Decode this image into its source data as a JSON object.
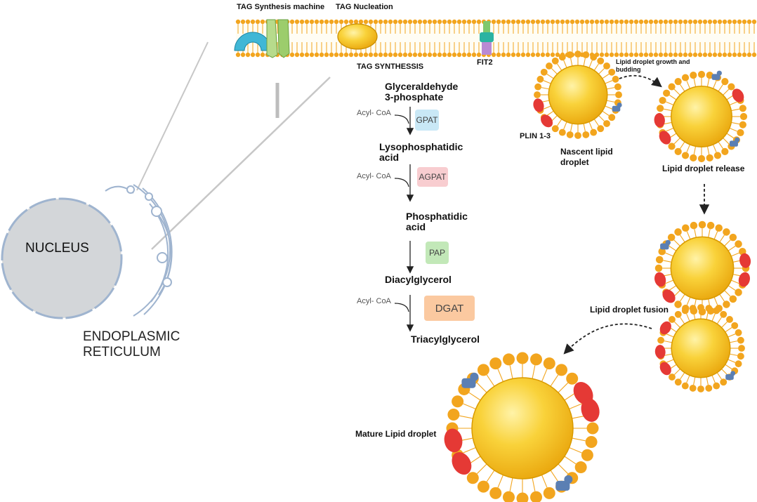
{
  "labels": {
    "tag_synthesis_machine": "TAG Synthesis machine",
    "tag_nucleation": "TAG Nucleation",
    "tag_synthesis": "TAG SYNTHESSIS",
    "fit2": "FIT2",
    "nucleus": "NUCLEUS",
    "endoplasmic": "ENDOPLASMIC",
    "reticulum": "RETICULUM",
    "growth_budding_1": "Lipid droplet growth  and",
    "growth_budding_2": "budding",
    "plin": "PLIN 1-3",
    "nascent_1": "Nascent lipid",
    "nascent_2": "droplet",
    "release": "Lipid droplet release",
    "fusion": "Lipid droplet fusion",
    "mature": "Mature Lipid droplet"
  },
  "pathway": {
    "metabolites": [
      {
        "line1": "Glyceraldehyde",
        "line2": "3-phosphate"
      },
      {
        "line1": "Lysophosphatidic",
        "line2": "acid"
      },
      {
        "line1": "Phosphatidic",
        "line2": "acid"
      },
      {
        "line1": "Diacylglycerol",
        "line2": ""
      },
      {
        "line1": "Triacylglycerol",
        "line2": ""
      }
    ],
    "cofactor": "Acyl- CoA",
    "enzymes": [
      {
        "name": "GPAT",
        "color": "#c9e8f6"
      },
      {
        "name": "AGPAT",
        "color": "#f8cdd0"
      },
      {
        "name": "PAP",
        "color": "#c2e8b8"
      },
      {
        "name": "DGAT",
        "color": "#fbc9a0"
      }
    ]
  },
  "colors": {
    "membrane_head": "#f2a51e",
    "lipid_core": "#f6c117",
    "perilipin": "#e53935",
    "protein_blue": "#5b7fb3",
    "nucleus_fill": "#d3d6d9",
    "er_outline": "#9fb4cf"
  }
}
